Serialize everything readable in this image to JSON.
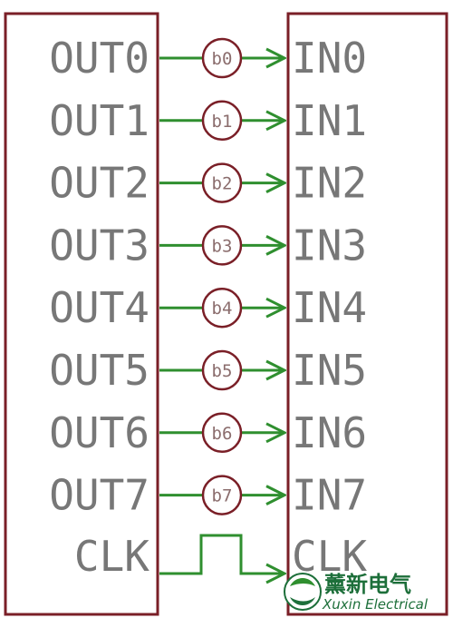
{
  "colors": {
    "block_border": "#7a1f27",
    "wire": "#2f8f2f",
    "bubble": "#7a1f27",
    "pin_text": "#777777",
    "logo_green": "#1d6f3a"
  },
  "left_block": {
    "name": "output-block"
  },
  "right_block": {
    "name": "input-block"
  },
  "channels": [
    {
      "out": "OUT0",
      "bit": "b0",
      "in": "IN0"
    },
    {
      "out": "OUT1",
      "bit": "b1",
      "in": "IN1"
    },
    {
      "out": "OUT2",
      "bit": "b2",
      "in": "IN2"
    },
    {
      "out": "OUT3",
      "bit": "b3",
      "in": "IN3"
    },
    {
      "out": "OUT4",
      "bit": "b4",
      "in": "IN4"
    },
    {
      "out": "OUT5",
      "bit": "b5",
      "in": "IN5"
    },
    {
      "out": "OUT6",
      "bit": "b6",
      "in": "IN6"
    },
    {
      "out": "OUT7",
      "bit": "b7",
      "in": "IN7"
    }
  ],
  "clock": {
    "out": "CLK",
    "in": "CLK"
  },
  "watermark": {
    "chinese": "薰新电气",
    "latin": "Xuxin Electrical"
  }
}
